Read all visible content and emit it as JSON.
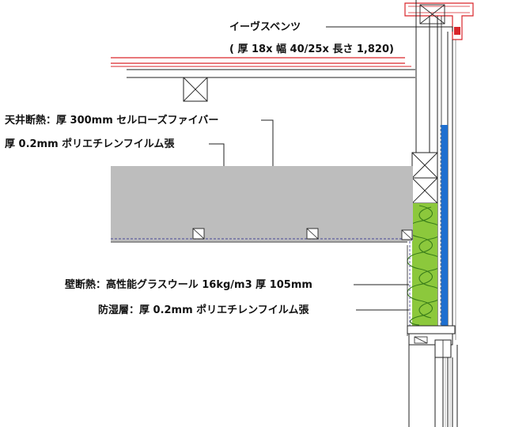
{
  "labels": {
    "eaves_vent": "イーヴスベンツ",
    "eaves_vent_spec": "( 厚 18x 幅 40/25x 長さ 1,820)",
    "ceiling_insulation": "天井断熱：厚 300mm セルローズファイバー",
    "ceiling_vapor_barrier": "厚 0.2mm ポリエチレンフイルム張",
    "wall_insulation": "壁断熱：高性能グラスウール 16kg/m3 厚 105mm",
    "wall_vapor_barrier": "防湿層：厚 0.2mm ポリエチレンフイルム張"
  },
  "colors": {
    "insulation_fill": "#bdbdbd",
    "glass_wool": "#8cc83c",
    "air_barrier_blue": "#1e6fd0",
    "roof_red": "#d9262b",
    "vapor_barrier_dash": "#6060a0",
    "line": "#222222"
  }
}
